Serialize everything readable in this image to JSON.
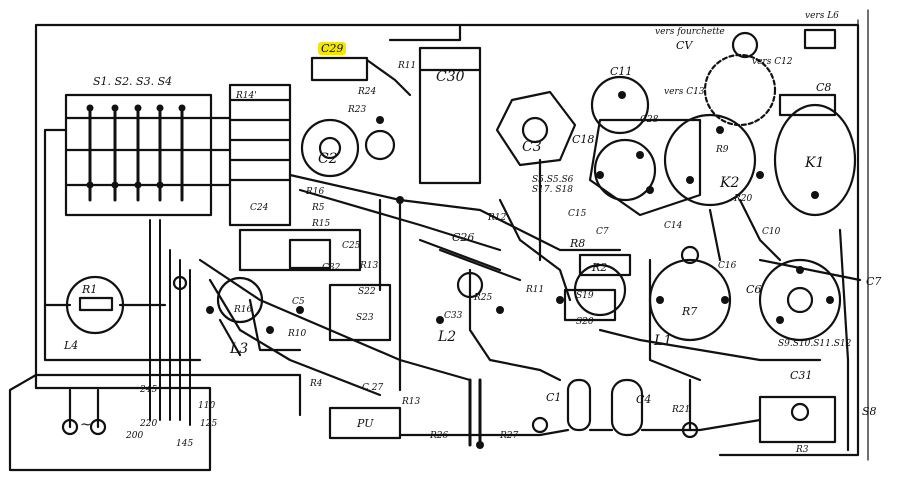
{
  "labels": {
    "s1_s4": "S1. S2. S3. S4",
    "r14p": "R14'",
    "c29": "C29",
    "r11_top": "R11",
    "r24": "R24",
    "r23": "R23",
    "c2": "C2",
    "c30": "C30",
    "c3": "C3",
    "c11": "C11",
    "vers_fourchette": "vers fourchette",
    "cv": "CV",
    "vers_l6": "vers L6",
    "vers_c12": "vers C12",
    "vers_c13": "vers C13",
    "c8": "C8",
    "c28": "C28",
    "c18": "C18",
    "r9": "R9",
    "k2": "K2",
    "k1": "K1",
    "r20": "R20",
    "s5_s6": "S5.S5.S6",
    "s7_s8": "S17. S18",
    "c15": "C15",
    "c14": "C14",
    "c7": "C7",
    "c10": "C10",
    "r8": "R8",
    "r2": "R2",
    "c16": "C16",
    "r16_top": "R16",
    "r5": "R5",
    "c24": "C24",
    "r15": "R15",
    "c25": "C25",
    "c26": "C26",
    "r12": "R12",
    "c32": "C32",
    "r13_mid": "R13",
    "s22": "S22",
    "r25": "R25",
    "r11_mid": "R11",
    "s19": "S19",
    "s20": "S20",
    "c6": "C6",
    "c7r": "C7",
    "r1": "R1",
    "l4": "L4",
    "r16": "R16",
    "c5": "C5",
    "s23": "S23",
    "c33": "C33",
    "r7": "R7",
    "l3": "L3",
    "r10": "R10",
    "l2": "L2",
    "l1": "L1",
    "s9_s12": "S9.S10.S11.S12",
    "r4": "R4",
    "c27": "C\n27",
    "r13": "R13",
    "c1": "C1",
    "c4": "C4",
    "r21": "R21",
    "c31": "C31",
    "s8": "S8",
    "pu": "PU",
    "r26": "R26",
    "r27": "R27",
    "r3": "R3",
    "n245": "245",
    "n220": "220",
    "n200": "200",
    "n145": "145",
    "n110": "110",
    "n125": "125",
    "tilde": "~"
  },
  "highlight_color": "#f3e600",
  "ink_color": "#111111"
}
